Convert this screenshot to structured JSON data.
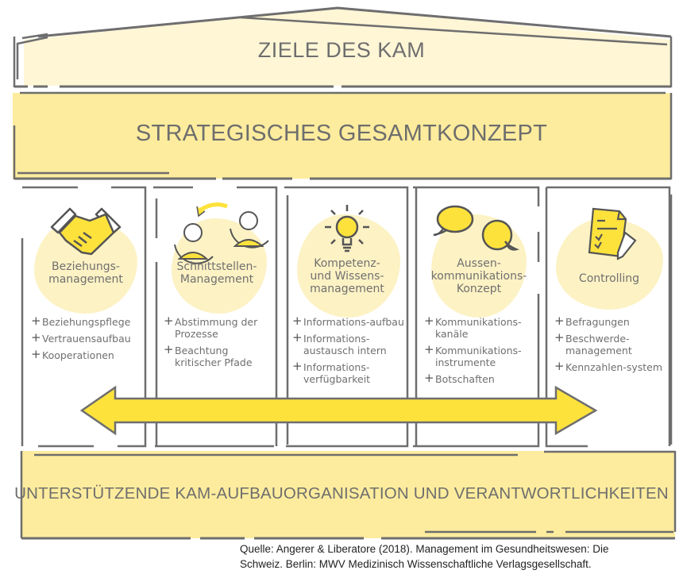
{
  "diagram": {
    "roof": {
      "title": "ZIELE DES KAM"
    },
    "strategy": {
      "title": "STRATEGISCHES GESAMTKONZEPT"
    },
    "pillars": [
      {
        "icon": "handshake-icon",
        "title_line1": "Beziehungs-",
        "title_line2": "management",
        "title_line3": "",
        "items": [
          "Beziehungspflege",
          "Vertrauensaufbau",
          "Kooperationen"
        ]
      },
      {
        "icon": "people-exchange-icon",
        "title_line1": "Schnittstellen-",
        "title_line2": "Management",
        "title_line3": "",
        "items": [
          "Abstimmung der Prozesse",
          "Beachtung kritischer Pfade"
        ]
      },
      {
        "icon": "lightbulb-icon",
        "title_line1": "Kompetenz-",
        "title_line2": "und Wissens-",
        "title_line3": "management",
        "items": [
          "Informations-aufbau",
          "Informations-austausch intern",
          "Informations-verfügbarkeit"
        ]
      },
      {
        "icon": "speech-bubbles-icon",
        "title_line1": "Aussen-",
        "title_line2": "kommunikations-",
        "title_line3": "Konzept",
        "items": [
          "Kommunikations-kanäle",
          "Kommunikations-instrumente",
          "Botschaften"
        ]
      },
      {
        "icon": "checklist-pencil-icon",
        "title_line1": "Controlling",
        "title_line2": "",
        "title_line3": "",
        "items": [
          "Befragungen",
          "Beschwerde-management",
          "Kennzahlen-system"
        ]
      }
    ],
    "arrow": {
      "icon": "double-arrow-icon"
    },
    "foundation": {
      "title": "UNTERSTÜTZENDE KAM-AUFBAUORGANISATION UND VERANTWORTLICHKEITEN"
    },
    "colors": {
      "roof_fill": "#fff6d6",
      "band_fill": "#fdec9d",
      "accent_yellow": "#fde23c",
      "line_gray": "#6e6e6e",
      "blob": "#fdf2c4"
    }
  },
  "source": {
    "line1": "Quelle: Angerer & Liberatore (2018). Management im Gesundheitswesen: Die",
    "line2": "Schweiz. Berlin: MWV Medizinisch Wissenschaftliche Verlagsgesellschaft."
  }
}
